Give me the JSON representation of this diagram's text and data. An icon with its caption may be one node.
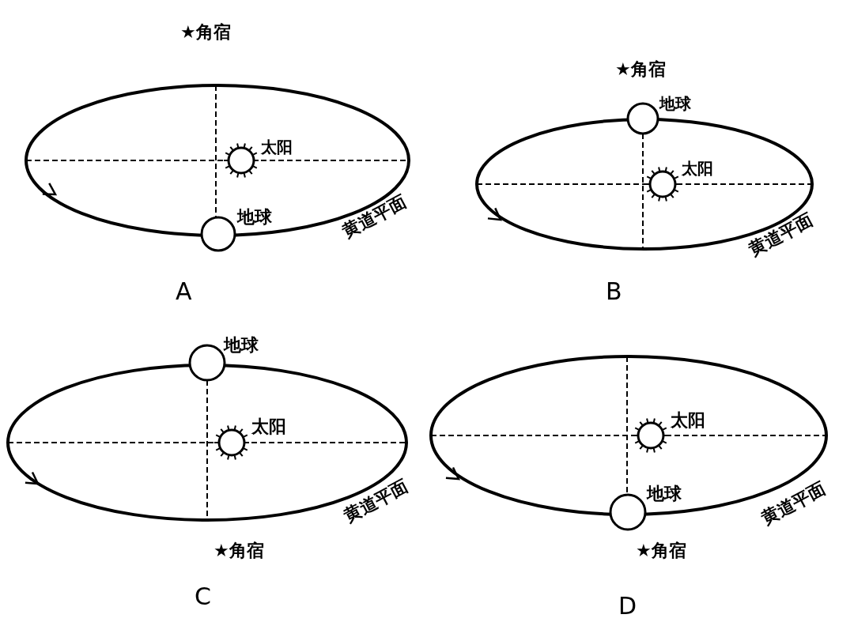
{
  "diagram": {
    "labels": [
      "★角宿",
      "太阳",
      "地球",
      "黄道平面",
      "A",
      "★角宿",
      "地球",
      "太阳",
      "黄道平面",
      "B",
      "地球",
      "太阳",
      "黄道平面",
      "★角宿",
      "C",
      "太阳",
      "地球",
      "黄道平面",
      "★角宿",
      "D"
    ]
  }
}
